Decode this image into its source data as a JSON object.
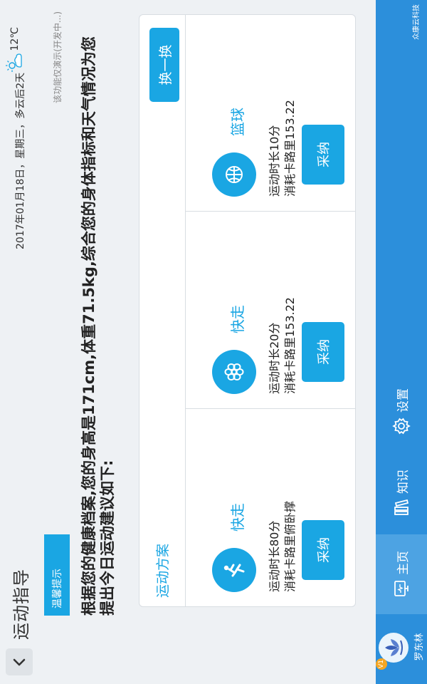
{
  "header": {
    "title": "运动指导",
    "date": "2017年01月18日，星期三，多云后2天",
    "weather_temp": "12℃",
    "weather_icon": "partly-cloudy-icon",
    "dev_note": "该功能仅演示(开发中...)"
  },
  "tip": {
    "tab_label": "温馨提示",
    "message": "根据您的健康档案,您的身高是171cm,体重71.5kg,综合您的身体指标和天气情况为您提出今日运动建议如下:"
  },
  "plan": {
    "title": "运动方案",
    "swap_label": "换一换",
    "items": [
      {
        "name": "快走",
        "icon": "walking-icon",
        "duration": "运动时长80分",
        "calories": "消耗卡路里俯卧撑",
        "adopt_label": "采纳"
      },
      {
        "name": "快走",
        "icon": "flower-icon",
        "duration": "运动时长20分",
        "calories": "消耗卡路里153.22",
        "adopt_label": "采纳"
      },
      {
        "name": "篮球",
        "icon": "basketball-icon",
        "duration": "运动时长10分",
        "calories": "消耗卡路里153.22",
        "adopt_label": "采纳"
      }
    ]
  },
  "nav": {
    "user_name": "罗东林",
    "user_badge": "V1",
    "items": [
      {
        "label": "主页",
        "icon": "monitor-icon",
        "active": true
      },
      {
        "label": "知识",
        "icon": "books-icon",
        "active": false
      },
      {
        "label": "设置",
        "icon": "gear-icon",
        "active": false
      }
    ],
    "brand": "众康云科技"
  },
  "colors": {
    "accent": "#1aa6e3",
    "nav_bg": "#2c8fdb",
    "nav_active": "#4da3e3",
    "page_bg": "#eef1f4"
  }
}
